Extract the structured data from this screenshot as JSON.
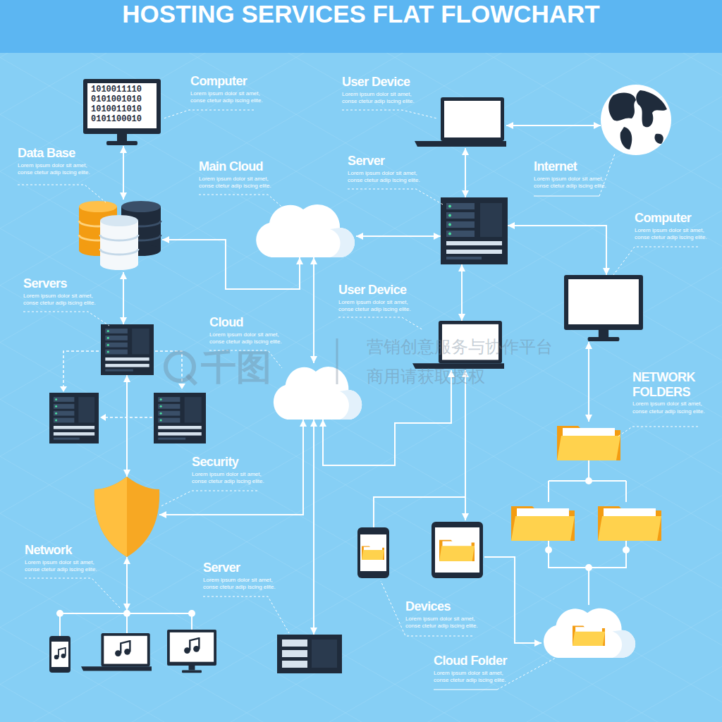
{
  "diagram": {
    "title": "HOSTING SERVICES FLAT FLOWCHART",
    "nodes": [
      {
        "text": [
          "Computer",
          "Lorem ipsum dolor sit amet, conse ctetur adip iscing elite."
        ]
      },
      {
        "text": [
          "Data Base",
          "Lorem ipsum dolor sit amet, conse ctetur adip iscing elite."
        ]
      },
      {
        "text": [
          "Servers",
          "Lorem ipsum dolor sit amet, conse ctetur adip iscing elite."
        ]
      },
      {
        "text": [
          "Security",
          "Lorem ipsum dolor sit amet, conse ctetur adip iscing elite."
        ]
      },
      {
        "text": [
          "Network",
          "Lorem ipsum dolor sit amet, conse ctetur adip iscing elite."
        ]
      },
      {
        "text": [
          "Main Cloud",
          "Lorem ipsum dolor sit amet, conse ctetur adip iscing elite."
        ]
      },
      {
        "text": [
          "Cloud",
          "Lorem ipsum dolor sit amet, conse ctetur adip iscing elite."
        ]
      },
      {
        "text": [
          "Server",
          "Lorem ipsum dolor sit amet, conse ctetur adip iscing elite."
        ]
      },
      {
        "text": [
          "User Device",
          "Lorem ipsum dolor sit amet, conse ctetur adip iscing elite."
        ]
      },
      {
        "text": [
          "Internet",
          "Lorem ipsum dolor sit amet, conse ctetur adip iscing elite."
        ]
      },
      {
        "text": [
          "Server",
          "Lorem ipsum dolor sit amet, conse ctetur adip iscing elite."
        ]
      },
      {
        "text": [
          "Computer",
          "Lorem ipsum dolor sit amet, conse ctetur adip iscing elite."
        ]
      },
      {
        "text": [
          "User Device",
          "Lorem ipsum dolor sit amet, conse ctetur adip iscing elite."
        ]
      },
      {
        "text": [
          "NETWORK FOLDERS",
          "Lorem ipsum dolor sit amet, conse ctetur adip iscing elite."
        ]
      },
      {
        "text": [
          "Devices",
          "Lorem ipsum dolor sit amet, conse ctetur adip iscing elite."
        ]
      },
      {
        "text": [
          "Cloud Folder",
          "Lorem ipsum dolor sit amet, conse ctetur adip iscing elite."
        ]
      }
    ],
    "edges": [
      {
        "from": 0,
        "to": 1,
        "arrow": "both"
      },
      {
        "from": 1,
        "to": 2,
        "arrow": "both"
      },
      {
        "from": 2,
        "to": 3,
        "arrow": "both"
      },
      {
        "from": 3,
        "to": 4,
        "arrow": "both"
      },
      {
        "from": 1,
        "to": 5,
        "arrow": "both"
      },
      {
        "from": 5,
        "to": 10,
        "arrow": "both"
      },
      {
        "from": 5,
        "to": 6,
        "arrow": "both"
      },
      {
        "from": 8,
        "to": 10,
        "arrow": "both"
      },
      {
        "from": 8,
        "to": 9,
        "arrow": "both"
      },
      {
        "from": 10,
        "to": 12,
        "arrow": "both"
      },
      {
        "from": 10,
        "to": 11,
        "arrow": "both"
      },
      {
        "from": 11,
        "to": 13,
        "arrow": "both"
      },
      {
        "from": 6,
        "to": 12,
        "arrow": "both"
      },
      {
        "from": 3,
        "to": 6,
        "arrow": "both"
      },
      {
        "from": 6,
        "to": 7,
        "arrow": "both"
      },
      {
        "from": 12,
        "to": 14,
        "arrow": "both"
      },
      {
        "from": 14,
        "to": 15,
        "arrow": "to"
      },
      {
        "from": 13,
        "to": 15,
        "arrow": "none"
      }
    ],
    "labels": [
      "1010011110",
      "0101001010",
      "1010011010",
      "0101100010",
      "千图",
      "营销创意服务与协作平台",
      "商用请获取授权"
    ]
  }
}
